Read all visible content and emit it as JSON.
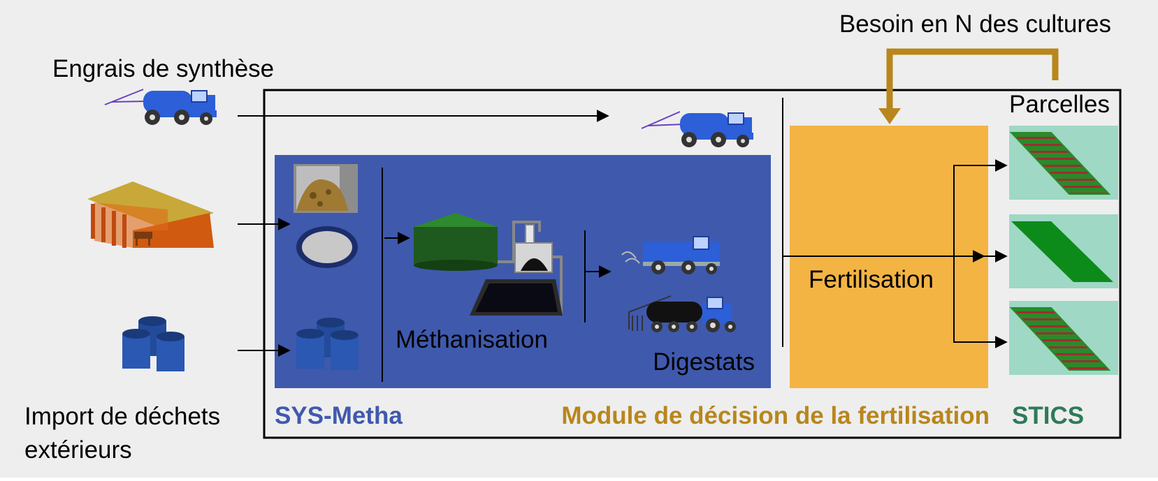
{
  "labels": {
    "engrais": "Engrais de synthèse",
    "besoin": "Besoin en N des cultures",
    "parcelles": "Parcelles",
    "methanisation": "Méthanisation",
    "digestats": "Digestats",
    "fertilisation": "Fertilisation",
    "import_line1": "Import de déchets",
    "import_line2": "extérieurs"
  },
  "modules": {
    "sys_metha": "SYS-Metha",
    "decision": "Module de décision de la fertilisation",
    "stics": "STICS"
  },
  "colors": {
    "background": "#eeeeee",
    "sys_metha_blue": "#3f59ad",
    "sys_metha_label": "#3f59ad",
    "fertilisation_orange": "#f3b444",
    "decision_label": "#b8861c",
    "feedback_arrow": "#b8861c",
    "stics_green": "#2e7a5a",
    "plot_bg": "#9fd8c5",
    "tractor_blue": "#2c5fd8"
  },
  "icons": [
    "sprayer-tractor-icon",
    "livestock-barn-icon",
    "waste-barrels-icon",
    "manure-heap-icon",
    "slurry-pit-icon",
    "digester-tank-icon",
    "separator-icon",
    "storage-lagoon-icon",
    "spreader-truck-icon",
    "slurry-tanker-icon",
    "field-plot-icon"
  ]
}
